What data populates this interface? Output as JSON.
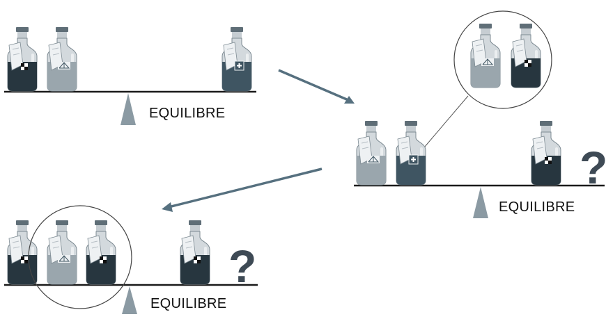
{
  "labels": {
    "balance_1": "EQUILIBRE",
    "balance_2": "EQUILIBRE",
    "balance_3": "EQUILIBRE"
  },
  "unknown_mark": "?",
  "bottle_symbols": {
    "checker": "checker-symbol",
    "triangle_ruler": "set-square-symbol",
    "plus": "plus-symbol"
  },
  "colors": {
    "beam": "#1a1a1a",
    "fulcrum": "#8b9aa3",
    "arrow": "#56707f",
    "light_liquid": "#9aa6ad",
    "dark_liquid": "#27363f",
    "mid_liquid": "#3f5562",
    "glass": "#d3d9dd",
    "cap": "#5f6e77",
    "tag": "#eef1f3"
  },
  "balances": [
    {
      "left": [
        "checker-dark",
        "triangle-light"
      ],
      "right": [
        "plus-mid"
      ],
      "unknown": false
    },
    {
      "left": [
        "triangle-light",
        "plus-mid"
      ],
      "right": [
        "checker-dark"
      ],
      "unknown": true,
      "zoom": [
        "triangle-light",
        "checker-dark"
      ]
    },
    {
      "left": [
        "checker-dark",
        "triangle-light",
        "checker-dark"
      ],
      "right": [
        "checker-dark"
      ],
      "unknown": true
    }
  ]
}
